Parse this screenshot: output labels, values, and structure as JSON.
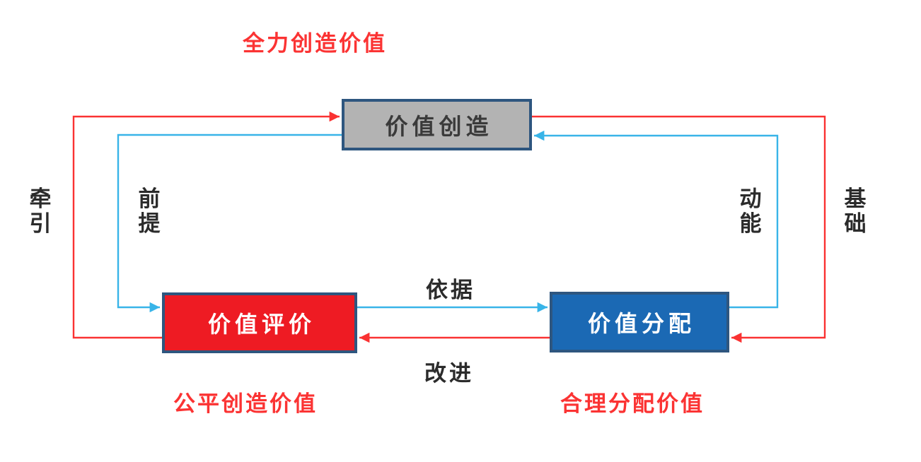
{
  "diagram": {
    "caption_top": "全力创造价值",
    "caption_bottom_left": "公平创造价值",
    "caption_bottom_right": "合理分配价值",
    "nodes": {
      "creation": {
        "label": "价值创造"
      },
      "evaluation": {
        "label": "价值评价"
      },
      "distribution": {
        "label": "价值分配"
      }
    },
    "edge_labels": {
      "pull": "牵引",
      "premise": "前提",
      "momentum": "动能",
      "foundation": "基础",
      "basis": "依据",
      "improve": "改进"
    },
    "edges": [
      {
        "from": "evaluation",
        "to": "creation",
        "label": "牵引",
        "loop": "outer-red",
        "route": "left-outside"
      },
      {
        "from": "creation",
        "to": "distribution",
        "label": "基础",
        "loop": "outer-red",
        "route": "right-outside"
      },
      {
        "from": "distribution",
        "to": "evaluation",
        "label": "改进",
        "loop": "outer-red",
        "route": "bottom-middle"
      },
      {
        "from": "creation",
        "to": "evaluation",
        "label": "前提",
        "loop": "inner-cyan",
        "route": "left-inside"
      },
      {
        "from": "evaluation",
        "to": "distribution",
        "label": "依据",
        "loop": "inner-cyan",
        "route": "middle"
      },
      {
        "from": "distribution",
        "to": "creation",
        "label": "动能",
        "loop": "inner-cyan",
        "route": "right-inside"
      }
    ],
    "colors": {
      "outer_loop": "#fa3232",
      "inner_loop": "#38b4e8",
      "box_border": "#2e567f",
      "creation_fill": "#b3b3b3",
      "creation_text": "#3a3a3a",
      "evaluation_fill": "#ee1b23",
      "distribution_fill": "#1b69b4",
      "red_text": "#fb3333",
      "black_text": "#2b2b2b"
    }
  }
}
